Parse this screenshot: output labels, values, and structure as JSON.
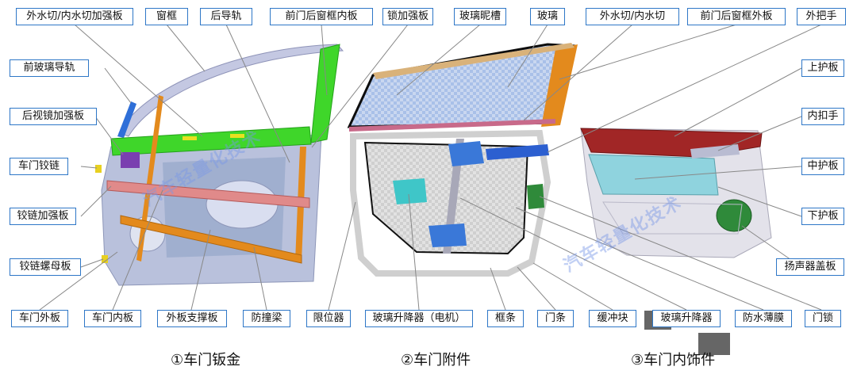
{
  "labels": {
    "l1": "外水切/内水切加强板",
    "l2": "窗框",
    "l3": "后导轨",
    "l4": "前门后窗框内板",
    "l5": "锁加强板",
    "l6": "玻璃昵槽",
    "l7": "玻璃",
    "l8": "外水切/内水切",
    "l9": "前门后窗框外板",
    "l10": "外把手",
    "l11": "前玻璃导轨",
    "l12": "后视镜加强板",
    "l13": "车门铰链",
    "l14": "铰链加强板",
    "l15": "铰链螺母板",
    "l16": "车门外板",
    "l17": "车门内板",
    "l18": "外板支撑板",
    "l19": "防撞梁",
    "l20": "限位器",
    "l21": "玻璃升降器（电机）",
    "l22": "框条",
    "l23": "门条",
    "l24": "缓冲块",
    "l25": "玻璃升降器",
    "l26": "防水薄膜",
    "l27": "门锁",
    "l28": "上护板",
    "l29": "内扣手",
    "l30": "中护板",
    "l31": "下护板",
    "l32": "扬声器盖板"
  },
  "captions": {
    "c1": "①车门钣金",
    "c2": "②车门附件",
    "c3": "③车门内饰件"
  },
  "watermark": "汽车轻量化技术",
  "colors": {
    "label_border": "#2e77c7",
    "leader_line": "#888888",
    "door_inner": "#b7bfd9",
    "frame_green": "#3fd62a",
    "beam_orange": "#e38a1d",
    "glass_blue": "#5f98e8",
    "panel_red": "#b02a2a",
    "panel_cyan": "#8fd3de",
    "speaker_green": "#2f8a3a"
  }
}
